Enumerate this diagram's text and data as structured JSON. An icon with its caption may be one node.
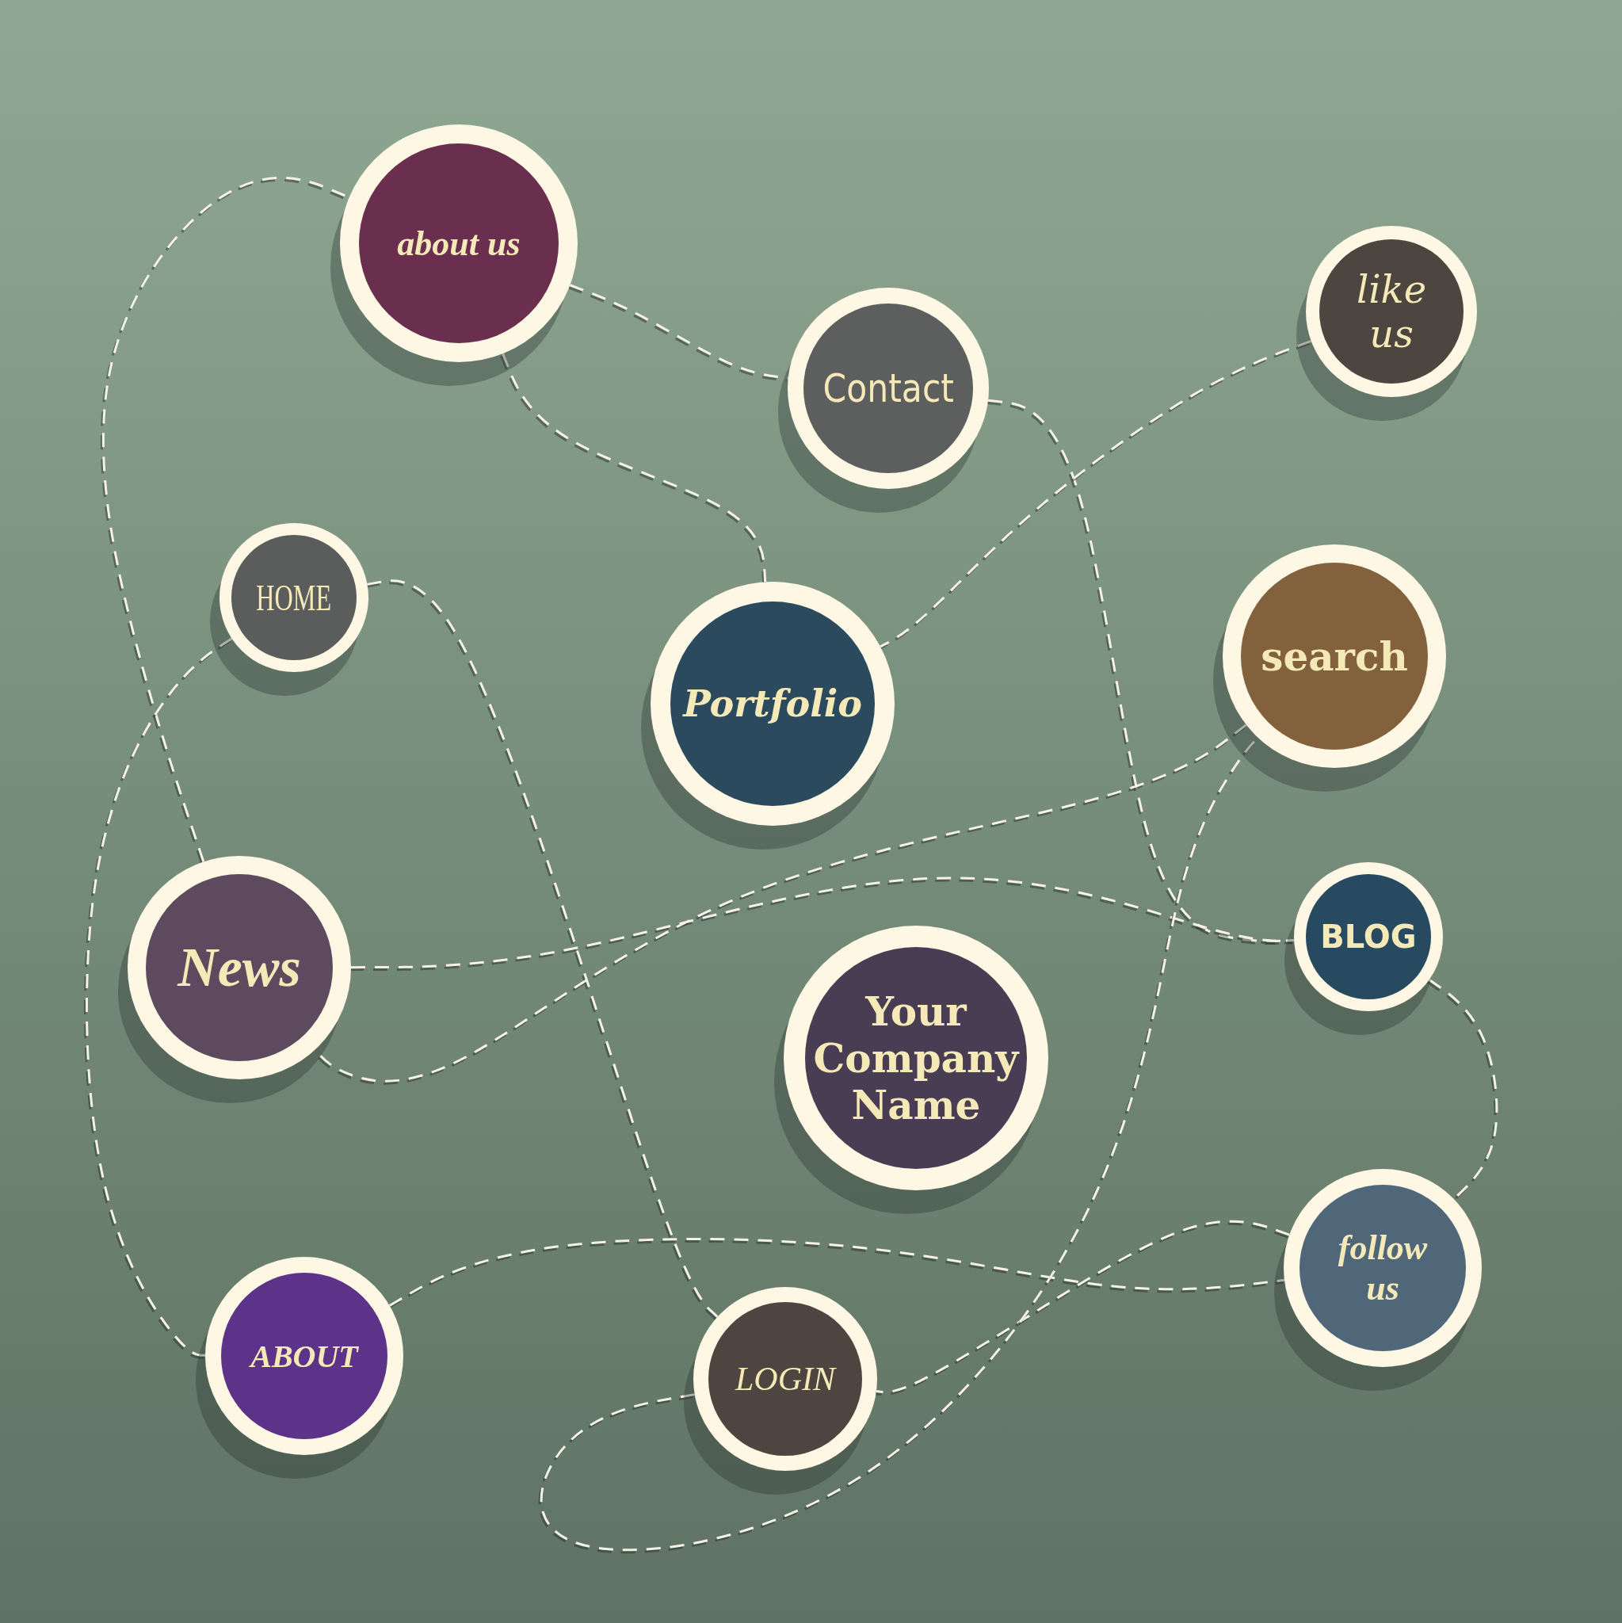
{
  "diagram": {
    "nodes": [
      {
        "text": [
          "about us"
        ]
      },
      {
        "text": [
          "Contact"
        ]
      },
      {
        "text": [
          "like us"
        ]
      },
      {
        "text": [
          "HOME"
        ]
      },
      {
        "text": [
          "Portfolio"
        ]
      },
      {
        "text": [
          "search"
        ]
      },
      {
        "text": [
          "News"
        ]
      },
      {
        "text": [
          "BLOG"
        ]
      },
      {
        "text": [
          "Your Company Name"
        ]
      },
      {
        "text": [
          "follow us"
        ]
      },
      {
        "text": [
          "ABOUT"
        ]
      },
      {
        "text": [
          "LOGIN"
        ]
      }
    ],
    "edges": [
      {
        "from": 0,
        "to": 1,
        "arrow": "none",
        "style": "dashed"
      },
      {
        "from": 1,
        "to": 7,
        "arrow": "none",
        "style": "dashed"
      },
      {
        "from": 2,
        "to": 4,
        "arrow": "none",
        "style": "dashed"
      },
      {
        "from": 3,
        "to": 11,
        "arrow": "none",
        "style": "dashed"
      },
      {
        "from": 6,
        "to": 7,
        "arrow": "none",
        "style": "dashed"
      },
      {
        "from": 5,
        "to": 6,
        "arrow": "none",
        "style": "dashed"
      },
      {
        "from": 7,
        "to": 9,
        "arrow": "none",
        "style": "dashed"
      },
      {
        "from": 9,
        "to": 11,
        "arrow": "none",
        "style": "dashed"
      },
      {
        "from": 6,
        "to": 0,
        "arrow": "none",
        "style": "dashed"
      },
      {
        "from": 3,
        "to": 10,
        "arrow": "none",
        "style": "dashed"
      },
      {
        "from": 10,
        "to": 9,
        "arrow": "none",
        "style": "dashed"
      },
      {
        "from": 11,
        "to": 5,
        "arrow": "none",
        "style": "dashed"
      },
      {
        "from": 0,
        "to": 4,
        "arrow": "none",
        "style": "dashed"
      }
    ]
  }
}
